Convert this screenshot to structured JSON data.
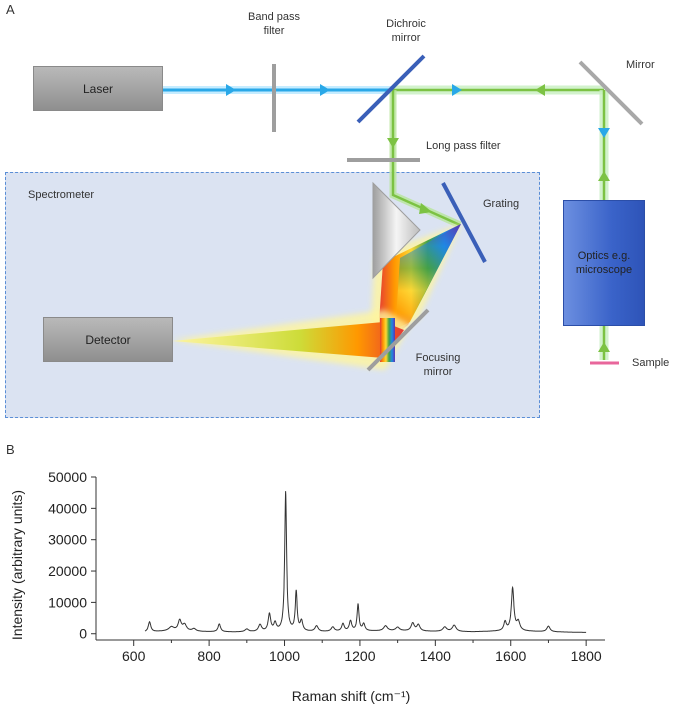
{
  "panel_a": {
    "label": "A",
    "components": {
      "laser": "Laser",
      "band_pass_filter": "Band pass\nfilter",
      "dichroic_mirror": "Dichroic\nmirror",
      "mirror": "Mirror",
      "long_pass_filter": "Long pass filter",
      "spectrometer": "Spectrometer",
      "grating": "Grating",
      "optics": "Optics e.g.\nmicroscope",
      "detector": "Detector",
      "focusing_mirror": "Focusing\nmirror",
      "sample": "Sample"
    },
    "colors": {
      "laser_beam": "#29a8e8",
      "raman_beam": "#7cc243",
      "spectrometer_bg": "#dbe3f2",
      "spectrometer_border": "#5b8ed6",
      "sample": "#e8669b"
    }
  },
  "panel_b": {
    "label": "B"
  },
  "chart_data": {
    "type": "line",
    "title": "",
    "xlabel": "Raman shift (cm⁻¹)",
    "ylabel": "Intensity (arbitrary units)",
    "xlim": [
      500,
      1850
    ],
    "ylim": [
      -2000,
      50000
    ],
    "xticks": [
      600,
      800,
      1000,
      1200,
      1400,
      1600,
      1800
    ],
    "yticks": [
      0,
      10000,
      20000,
      30000,
      40000,
      50000
    ],
    "xtick_labels": [
      "600",
      "800",
      "1000",
      "1200",
      "1400",
      "1600",
      "1800"
    ],
    "ytick_labels": [
      "0",
      "10000",
      "20000",
      "30000",
      "40000",
      "50000"
    ],
    "series": [
      {
        "color": "#333333",
        "baseline": [
          [
            630,
            500
          ],
          [
            700,
            900
          ],
          [
            800,
            600
          ],
          [
            900,
            500
          ],
          [
            1000,
            700
          ],
          [
            1100,
            600
          ],
          [
            1200,
            800
          ],
          [
            1300,
            900
          ],
          [
            1400,
            700
          ],
          [
            1500,
            600
          ],
          [
            1600,
            900
          ],
          [
            1700,
            600
          ],
          [
            1800,
            400
          ]
        ],
        "peaks": [
          [
            642,
            3200,
            4
          ],
          [
            700,
            1200,
            8
          ],
          [
            722,
            3300,
            5
          ],
          [
            735,
            2000,
            6
          ],
          [
            760,
            800,
            6
          ],
          [
            827,
            2500,
            4
          ],
          [
            900,
            900,
            6
          ],
          [
            935,
            2200,
            5
          ],
          [
            960,
            5500,
            4
          ],
          [
            975,
            2500,
            4
          ],
          [
            1003,
            44500,
            3
          ],
          [
            1031,
            12500,
            3
          ],
          [
            1045,
            3200,
            4
          ],
          [
            1085,
            1800,
            5
          ],
          [
            1128,
            1400,
            5
          ],
          [
            1155,
            2400,
            4
          ],
          [
            1175,
            3200,
            4
          ],
          [
            1195,
            8500,
            3
          ],
          [
            1210,
            2200,
            4
          ],
          [
            1268,
            1600,
            6
          ],
          [
            1300,
            1100,
            6
          ],
          [
            1340,
            2500,
            5
          ],
          [
            1355,
            2000,
            5
          ],
          [
            1425,
            1400,
            6
          ],
          [
            1450,
            2000,
            6
          ],
          [
            1585,
            2800,
            4
          ],
          [
            1605,
            13500,
            4
          ],
          [
            1620,
            2800,
            5
          ],
          [
            1700,
            1800,
            5
          ]
        ]
      }
    ],
    "grid": false,
    "legend": false
  }
}
